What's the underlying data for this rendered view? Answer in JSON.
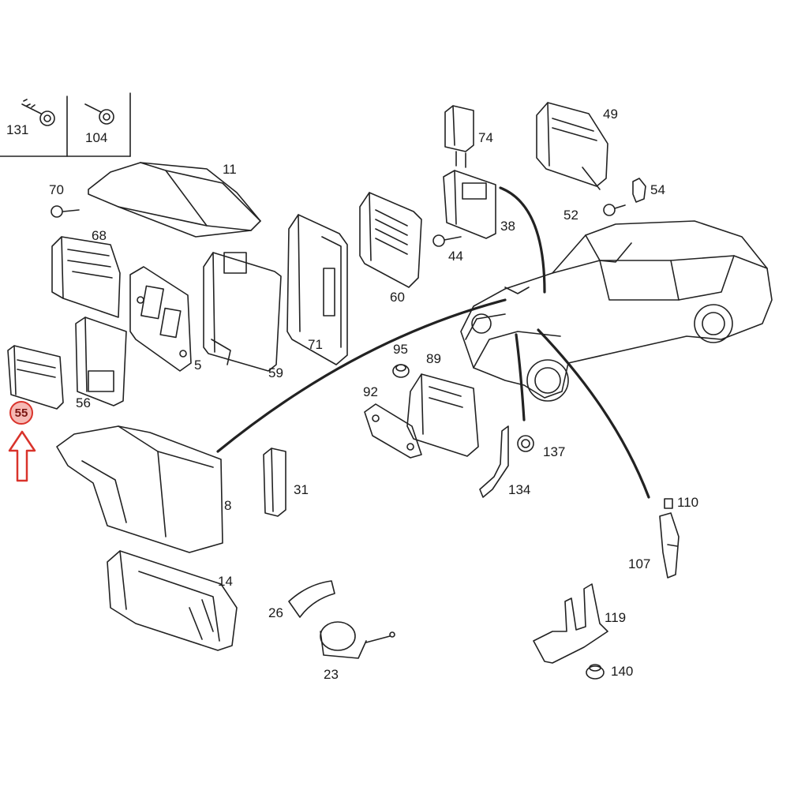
{
  "parts": {
    "p131": "131",
    "p104": "104",
    "p11": "11",
    "p70": "70",
    "p68": "68",
    "p5": "5",
    "p59": "59",
    "p71": "71",
    "p60": "60",
    "p74": "74",
    "p49": "49",
    "p54": "54",
    "p52": "52",
    "p38": "38",
    "p44": "44",
    "p56": "56",
    "p55": "55",
    "p95": "95",
    "p89": "89",
    "p92": "92",
    "p137": "137",
    "p134": "134",
    "p8": "8",
    "p31": "31",
    "p110": "110",
    "p107": "107",
    "p14": "14",
    "p26": "26",
    "p23": "23",
    "p119": "119",
    "p140": "140"
  },
  "highlight": {
    "part": "55",
    "color": "#d9332b",
    "fill": "#f6b9b4",
    "indicator": "up-arrow"
  }
}
